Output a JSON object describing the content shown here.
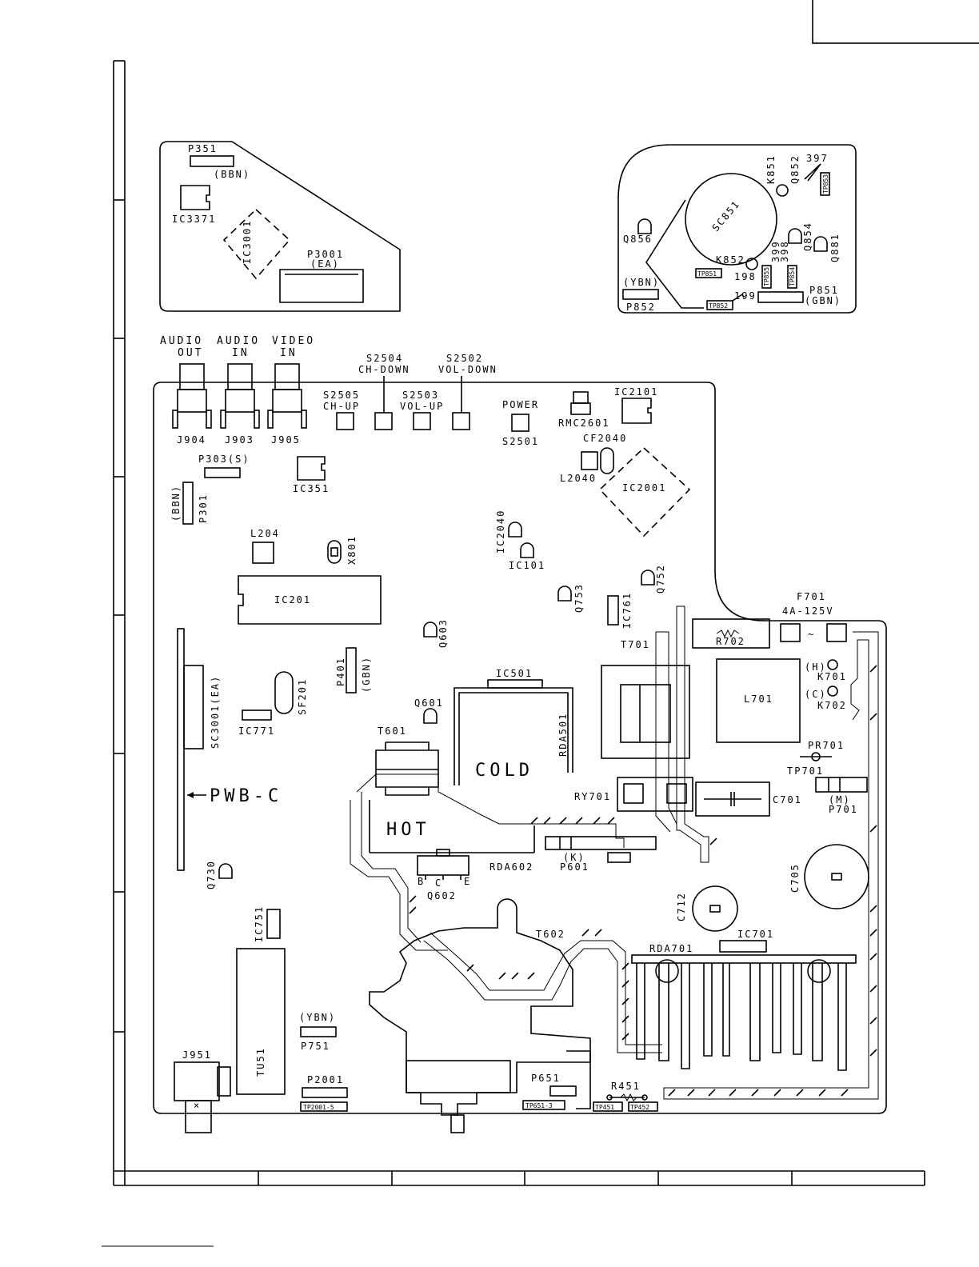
{
  "sub_board_left": {
    "P351": "P351",
    "BBN": "(BBN)",
    "IC3371": "IC3371",
    "IC3001": "IC3001",
    "P3001": "P3001",
    "EA": "(EA)"
  },
  "sub_board_right": {
    "K851": "K851",
    "Q852": "Q852",
    "n397": "397",
    "TP853": "TP853",
    "SC851": "SC851",
    "Q856": "Q856",
    "Q854": "Q854",
    "Q881": "Q881",
    "n399": "399",
    "n398": "398",
    "K852": "K852",
    "TP851": "TP851",
    "n198": "198",
    "TP855": "TP855",
    "TP854": "TP854",
    "YBN": "(YBN)",
    "P851": "P851",
    "GBN": "(GBN)",
    "P852": "P852",
    "TP852": "TP852",
    "n199": "199"
  },
  "jacks": {
    "audio_out_1": "AUDIO",
    "audio_out_2": "OUT",
    "audio_in_1": "AUDIO",
    "audio_in_2": "IN",
    "video_in_1": "VIDEO",
    "video_in_2": "IN",
    "J904": "J904",
    "J903": "J903",
    "J905": "J905"
  },
  "switches": {
    "S2504": "S2504",
    "CH_DOWN": "CH-DOWN",
    "S2502": "S2502",
    "VOL_DOWN": "VOL-DOWN",
    "S2505": "S2505",
    "CH_UP": "CH-UP",
    "S2503": "S2503",
    "VOL_UP": "VOL-UP",
    "POWER": "POWER",
    "S2501": "S2501"
  },
  "main_board": {
    "IC2101": "IC2101",
    "RMC2601": "RMC2601",
    "CF2040": "CF2040",
    "L2040": "L2040",
    "IC2001": "IC2001",
    "P303S": "P303(S)",
    "IC351": "IC351",
    "BBN": "(BBN)",
    "P301": "P301",
    "L204": "L204",
    "X801": "X801",
    "IC2040": "IC2040",
    "IC101": "IC101",
    "Q752": "Q752",
    "Q753": "Q753",
    "IC761": "IC761",
    "IC201": "IC201",
    "Q603": "Q603",
    "F701": "F701",
    "F701_rating": "4A-125V",
    "R702": "R702",
    "T701": "T701",
    "P401": "P401",
    "GBN": "(GBN)",
    "IC501": "IC501",
    "SC3001_EA": "SC3001(EA)",
    "SF201": "SF201",
    "H": "(H)",
    "K701": "K701",
    "C": "(C)",
    "K702": "K702",
    "L701": "L701",
    "Q601": "Q601",
    "IC771": "IC771",
    "T601": "T601",
    "RDA501": "RDA501",
    "COLD": "COLD",
    "PR701": "PR701",
    "TP701": "TP701",
    "RY701": "RY701",
    "C701": "C701",
    "M": "(M)",
    "P701": "P701",
    "PWB_C": "PWB-C",
    "HOT": "HOT",
    "K": "(K)",
    "P601": "P601",
    "RDA602": "RDA602",
    "B": "B",
    "Cpin": "C",
    "E": "E",
    "Q602": "Q602",
    "Q730": "Q730",
    "C705": "C705",
    "C712": "C712",
    "IC751": "IC751",
    "T602": "T602",
    "IC701": "IC701",
    "RDA701": "RDA701",
    "YBN": "(YBN)",
    "P751": "P751",
    "TU51": "TU51",
    "J951": "J951",
    "P2001": "P2001",
    "TP2001_5": "TP2001-5",
    "P651": "P651",
    "TP651_3": "TP651-3",
    "R451": "R451",
    "TP451": "TP451",
    "TP452": "TP452"
  }
}
